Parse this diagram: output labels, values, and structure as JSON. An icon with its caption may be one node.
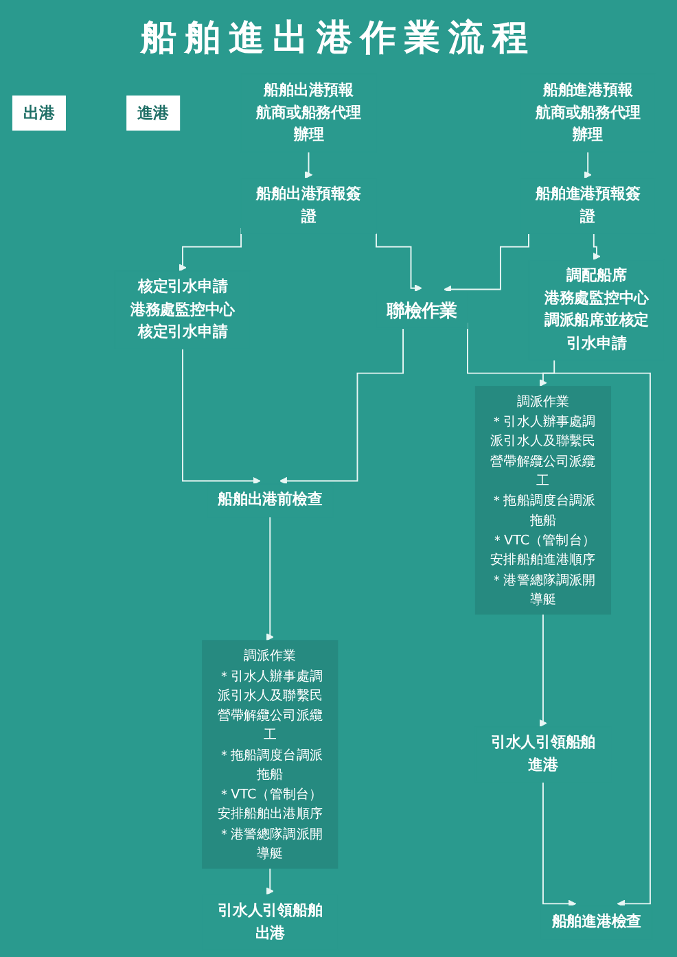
{
  "diagram": {
    "title": "船舶進出港作業流程",
    "nodes": [
      {
        "text": [
          "出港"
        ]
      },
      {
        "text": [
          "進港"
        ]
      },
      {
        "text": [
          "船舶出港預報",
          "航商或船務代理辦理"
        ]
      },
      {
        "text": [
          "船舶進港預報",
          "航商或船務代理辦理"
        ]
      },
      {
        "text": [
          "船舶出港預報簽證"
        ]
      },
      {
        "text": [
          "船舶進港預報簽證"
        ]
      },
      {
        "text": [
          "核定引水申請",
          "港務處監控中心核定引水申請"
        ]
      },
      {
        "text": [
          "聯檢作業"
        ]
      },
      {
        "text": [
          "調配船席",
          "港務處監控中心調派船席並核定引水申請"
        ]
      },
      {
        "text": [
          "船舶出港前檢查"
        ]
      },
      {
        "text": [
          "調派作業",
          "＊引水人辦事處調派引水人及聯繫民營帶解纜公司派纜工",
          "＊拖船調度台調派拖船",
          "＊VTC（管制台）安排船舶出港順序",
          "＊港警總隊調派開導艇"
        ]
      },
      {
        "text": [
          "調派作業",
          "＊引水人辦事處調派引水人及聯繫民營帶解纜公司派纜工",
          "＊拖船調度台調派拖船",
          "＊VTC（管制台）安排船舶進港順序",
          "＊港警總隊調派開導艇"
        ]
      },
      {
        "text": [
          "引水人引領船舶出港"
        ]
      },
      {
        "text": [
          "引水人引領船舶進港"
        ]
      },
      {
        "text": [
          "船舶進港檢查"
        ]
      }
    ],
    "edges": [
      {
        "from": 2,
        "to": 4,
        "arrow": "to"
      },
      {
        "from": 3,
        "to": 5,
        "arrow": "to"
      },
      {
        "from": 4,
        "to": 6,
        "arrow": "to"
      },
      {
        "from": 5,
        "to": 8,
        "arrow": "to"
      },
      {
        "from": 4,
        "to": 7,
        "arrow": "to"
      },
      {
        "from": 5,
        "to": 7,
        "arrow": "to"
      },
      {
        "from": 6,
        "to": 9,
        "arrow": "to"
      },
      {
        "from": 7,
        "to": 9,
        "arrow": "to"
      },
      {
        "from": 8,
        "to": 11,
        "arrow": "to"
      },
      {
        "from": 9,
        "to": 10,
        "arrow": "to"
      },
      {
        "from": 10,
        "to": 12,
        "arrow": "to"
      },
      {
        "from": 11,
        "to": 13,
        "arrow": "to"
      },
      {
        "from": 13,
        "to": 14,
        "arrow": "to"
      },
      {
        "from": 7,
        "to": 14,
        "arrow": "to"
      }
    ]
  }
}
